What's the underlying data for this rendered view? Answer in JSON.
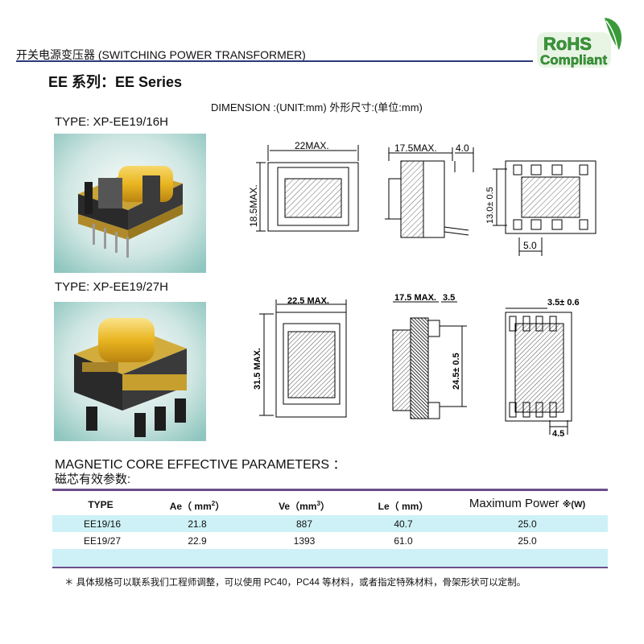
{
  "header": {
    "title": "开关电源变压器 (SWITCHING POWER TRANSFORMER)",
    "rohs_line1": "RoHS",
    "rohs_line2": "Compliant"
  },
  "series_title": "EE 系列：EE Series",
  "dimension_title": "DIMENSION :(UNIT:mm) 外形尺寸:(单位:mm)",
  "types": [
    {
      "label": "TYPE: XP-EE19/16H",
      "dims": {
        "width": "22MAX.",
        "height": "18.5MAX.",
        "side_width": "17.5MAX.",
        "pin": "4.0",
        "bottom_h": "13.0± 0.5",
        "pitch": "5.0"
      }
    },
    {
      "label": "TYPE: XP-EE19/27H",
      "dims": {
        "width": "22.5 MAX.",
        "height": "31.5 MAX.",
        "side_width": "17.5 MAX.",
        "pin": "3.5",
        "side_h": "24.5± 0.5",
        "top_w": "3.5± 0.6",
        "pitch": "4.5"
      }
    }
  ],
  "params": {
    "title": "MAGNETIC CORE EFFECTIVE PARAMETERS ：",
    "subtitle": "磁芯有效参数:",
    "headers": {
      "type": "TYPE",
      "ae": "Ae（ mm",
      "ae_sup": "2",
      "ae_end": "）",
      "ve": "Ve（mm",
      "ve_sup": "3",
      "ve_end": "）",
      "le": "Le（ mm）",
      "maxpower": "Maximum Power",
      "maxpower_unit": "※(W)"
    },
    "rows": [
      {
        "type": "EE19/16",
        "ae": "21.8",
        "ve": "887",
        "le": "40.7",
        "power": "25.0"
      },
      {
        "type": "EE19/27",
        "ae": "22.9",
        "ve": "1393",
        "le": "61.0",
        "power": "25.0"
      }
    ]
  },
  "footnote": "＊ 具体规格可以联系我们工程师调整，可以使用 PC40，PC44 等材料，或者指定特殊材料，骨架形状可以定制。",
  "colors": {
    "rule": "#2a3a7a",
    "table_line": "#6b4e8a",
    "row_blue": "#cdf1f6",
    "rohs_green": "#3a9a3a"
  }
}
